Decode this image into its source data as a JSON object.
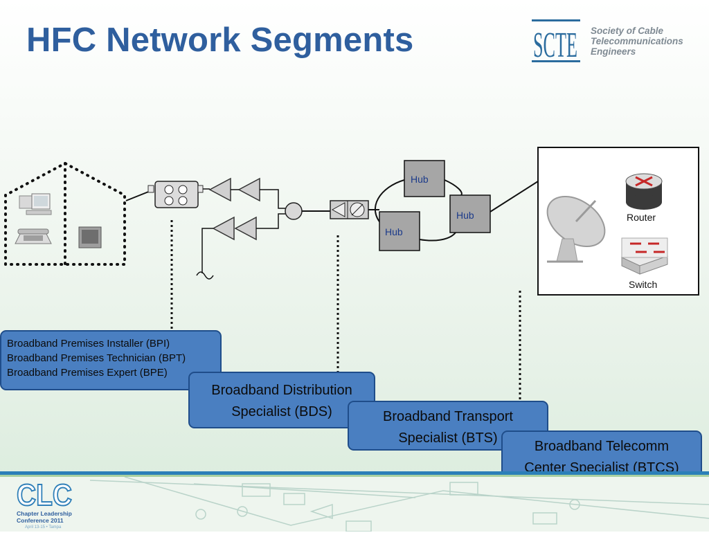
{
  "title": "HFC Network Segments",
  "logo": {
    "mark": "SCTE",
    "lines": [
      "Society of Cable",
      "Telecommunications",
      "Engineers"
    ]
  },
  "hubs": [
    "Hub",
    "Hub",
    "Hub"
  ],
  "headend": {
    "router_label": "Router",
    "switch_label": "Switch"
  },
  "segments": {
    "premises": [
      "Broadband Premises Installer (BPI)",
      "Broadband  Premises Technician (BPT)",
      "Broadband Premises Expert (BPE)"
    ],
    "distribution": [
      "Broadband Distribution",
      "Specialist (BDS)"
    ],
    "transport": [
      "Broadband Transport",
      "Specialist (BTS)"
    ],
    "telecomm": [
      "Broadband Telecomm",
      "Center Specialist (BTCS)"
    ]
  },
  "footer": {
    "clc_mark": "CLC",
    "clc_lines": [
      "Chapter Leadership",
      "Conference 2011"
    ],
    "clc_sub": "April 13-15 • Tampa"
  },
  "colors": {
    "title": "#2f5f9e",
    "segment_box": "#4a7fc1",
    "segment_border": "#1f4d8a",
    "hub_fill": "#a6a6a6",
    "footer_bar": "#2b7fb8"
  }
}
